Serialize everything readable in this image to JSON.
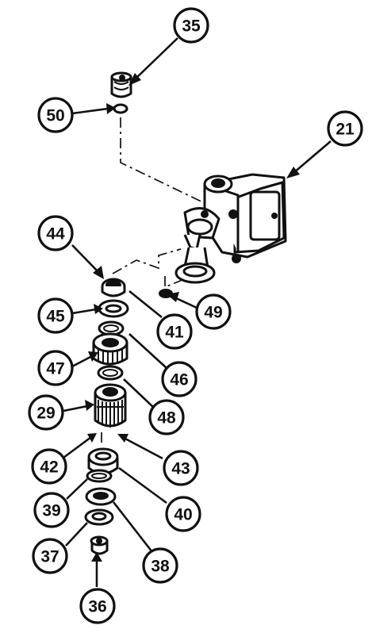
{
  "callouts": {
    "c35": "35",
    "c50": "50",
    "c21": "21",
    "c44": "44",
    "c49": "49",
    "c45": "45",
    "c41": "41",
    "c46": "46",
    "c47": "47",
    "c48": "48",
    "c29": "29",
    "c42": "42",
    "c43": "43",
    "c39": "39",
    "c40": "40",
    "c37": "37",
    "c38": "38",
    "c36": "36"
  }
}
